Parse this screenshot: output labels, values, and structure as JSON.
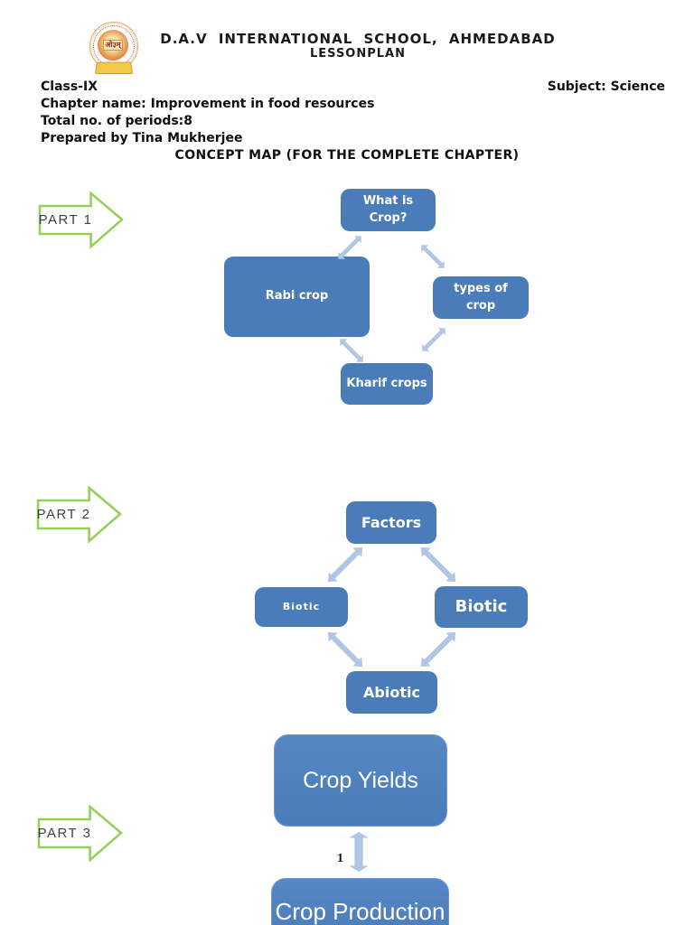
{
  "header": {
    "school_name": "D.A.V INTERNATIONAL SCHOOL, AHMEDABAD",
    "doc_type": "LESSONPLAN",
    "logo_center_text": "ओ३म्"
  },
  "meta": {
    "class_label": "Class-IX",
    "subject_label": "Subject: Science",
    "chapter_line": "Chapter name: Improvement in food resources",
    "periods_line": "Total no. of periods:8",
    "prepared_line": "Prepared by Tina Mukherjee"
  },
  "concept_map_title": "CONCEPT MAP (FOR THE COMPLETE CHAPTER)",
  "parts": [
    {
      "label": "PART 1"
    },
    {
      "label": "PART 2"
    },
    {
      "label": "PART 3"
    }
  ],
  "diagram1": {
    "top": "What is Crop?",
    "left": "Rabi crop",
    "right": "types of crop",
    "bottom": "Kharif crops"
  },
  "diagram2": {
    "top": "Factors",
    "left": "Biotic",
    "right": "Biotic",
    "bottom": "Abiotic"
  },
  "diagram3": {
    "box1": "Crop Yields",
    "box2": "Crop Production"
  },
  "page_number": "1",
  "colors": {
    "box_blue": "#4a7cba",
    "connector_light_blue": "#b0c6e4",
    "part_arrow_green": "#92d156"
  }
}
